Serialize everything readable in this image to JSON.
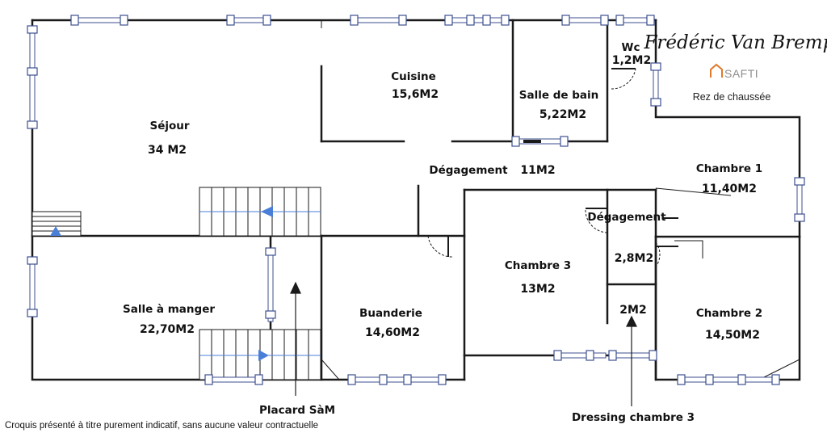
{
  "signature": "Frédéric Van Brempt",
  "brand": "SAFTI",
  "level": "Rez de chaussée",
  "disclaimer": "Croquis présenté à titre purement indicatif, sans aucune valeur contractuelle",
  "rooms": {
    "sejour": {
      "name": "Séjour",
      "area": "34 M2"
    },
    "cuisine": {
      "name": "Cuisine",
      "area": "15,6M2"
    },
    "salle_de_bain": {
      "name": "Salle de bain",
      "area": "5,22M2"
    },
    "wc": {
      "name": "Wc",
      "area": "1,2M2"
    },
    "degagement": {
      "name": "Dégagement",
      "area": "11M2"
    },
    "chambre1": {
      "name": "Chambre 1",
      "area": "11,40M2"
    },
    "degagement2": {
      "name": "Dégagement",
      "area": "2,8M2"
    },
    "chambre3": {
      "name": "Chambre 3",
      "area": "13M2"
    },
    "dressing_area": "2M2",
    "chambre2": {
      "name": "Chambre 2",
      "area": "14,50M2"
    },
    "salle_a_manger": {
      "name": "Salle à manger",
      "area": "22,70M2"
    },
    "buanderie": {
      "name": "Buanderie",
      "area": "14,60M2"
    }
  },
  "callouts": {
    "placard": "Placard SàM",
    "dressing": "Dressing chambre 3"
  },
  "colors": {
    "wall": "#1a1a1a",
    "window": "#3c4f8f",
    "arrow": "#4a7fd8",
    "brand": "#e07a2c"
  }
}
